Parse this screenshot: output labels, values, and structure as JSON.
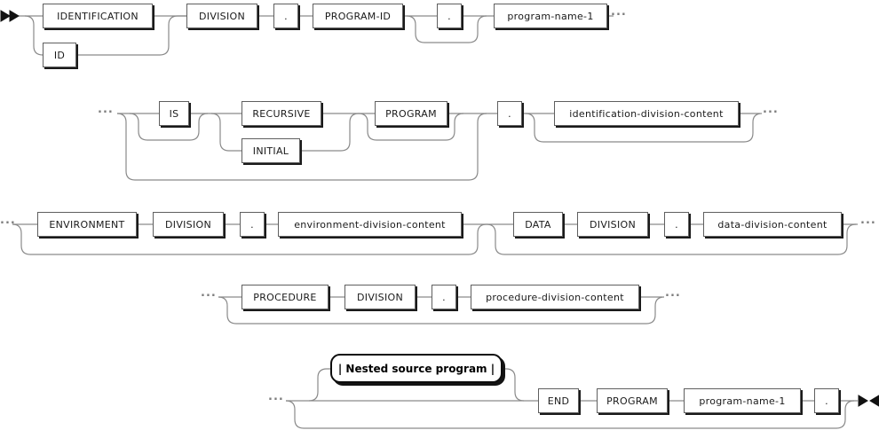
{
  "colors": {
    "line": "#8a8a8a",
    "box_border": "#5f5f5f",
    "box_shadow": "#1a1a1a",
    "text": "#1a1a1a",
    "arrow": "#111111",
    "dots": "#7d7d7d",
    "background": "#ffffff"
  },
  "symbols": {
    "continuation": "···"
  },
  "row1": {
    "identification": "IDENTIFICATION",
    "id": "ID",
    "division": "DIVISION",
    "dot1": ".",
    "program_id": "PROGRAM-ID",
    "dot2": ".",
    "program_name": "program-name-1"
  },
  "row2": {
    "is": "IS",
    "recursive": "RECURSIVE",
    "initial": "INITIAL",
    "program": "PROGRAM",
    "dot": ".",
    "content": "identification-division-content"
  },
  "row3": {
    "environment": "ENVIRONMENT",
    "division1": "DIVISION",
    "dot1": ".",
    "env_content": "environment-division-content",
    "data": "DATA",
    "division2": "DIVISION",
    "dot2": ".",
    "data_content": "data-division-content"
  },
  "row4": {
    "procedure": "PROCEDURE",
    "division": "DIVISION",
    "dot": ".",
    "content": "procedure-division-content"
  },
  "row5": {
    "nested": "| Nested source program |",
    "end": "END",
    "program": "PROGRAM",
    "program_name": "program-name-1",
    "dot": "."
  }
}
